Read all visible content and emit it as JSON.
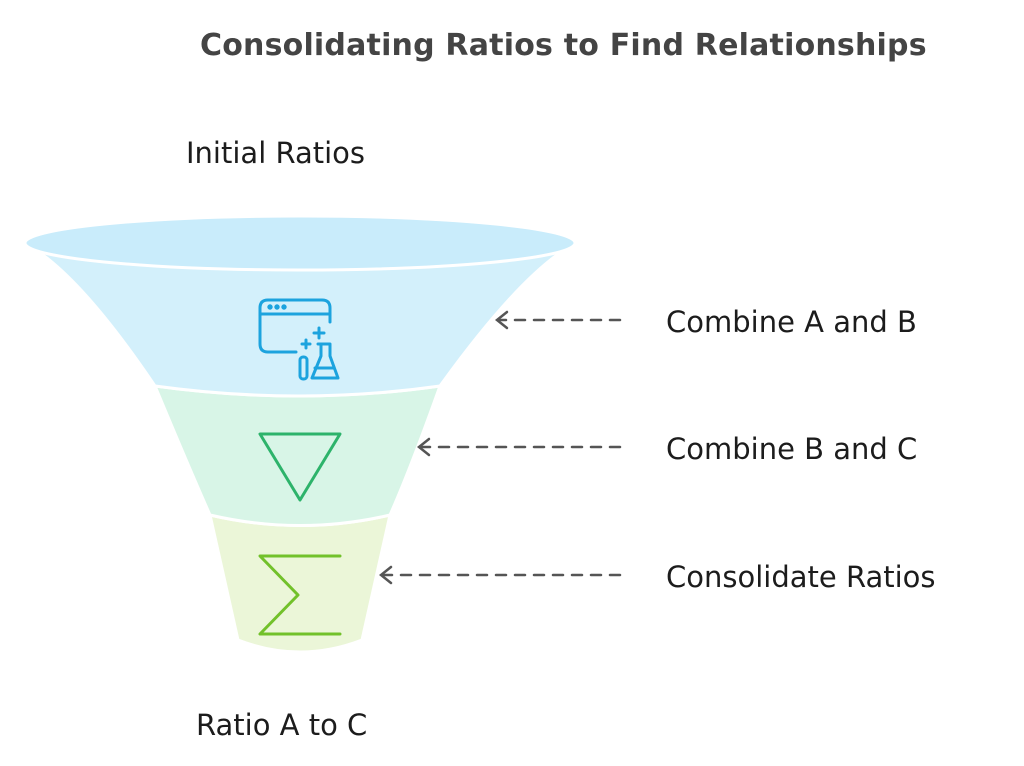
{
  "title": "Consolidating Ratios to Find Relationships",
  "funnel": {
    "top_label": "Initial Ratios",
    "bottom_label": "Ratio A to C",
    "stages": [
      {
        "label": "Combine A and B",
        "icon": "lab-flask-icon",
        "color": "#d3f0fb"
      },
      {
        "label": "Combine B and C",
        "icon": "triangle-down-icon",
        "color": "#d8f5e7"
      },
      {
        "label": "Consolidate Ratios",
        "icon": "sigma-icon",
        "color": "#ebf6d8"
      }
    ],
    "rim_color": "#c9ecfb",
    "icon_colors": {
      "lab-flask-icon": "#1ca3de",
      "triangle-down-icon": "#2db36b",
      "sigma-icon": "#72c12a"
    },
    "arrow_color": "#555555"
  }
}
